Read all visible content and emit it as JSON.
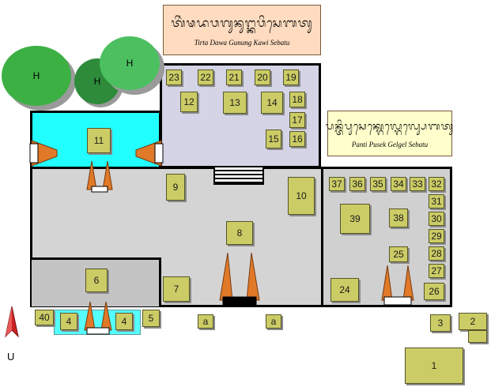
{
  "scrolls": {
    "top": {
      "script": "ᬢᬶᬃᬣᬤᬯᬕᬸᬦᬸᬗ᭄ᬓᬯᬶᬲᬾᬩᬢᬸ",
      "caption": "Tirta Dawa Gunung Kawi Sebatu"
    },
    "right": {
      "script": "ᬧᬦ᭄ᬢᬶᬧᬸᬲᬾᬓ᭄ᬕᬾᬮ᭄ᬕᬾᬮ᭄ᬲᬾᬩᬢᬸ",
      "caption": "Panti Pusek Gelgel Sebatu"
    }
  },
  "trees": {
    "t1": "H",
    "t2": "H",
    "t3": "H"
  },
  "buildings": {
    "b1": "1",
    "b2": "2",
    "b3": "3",
    "b4a": "4",
    "b4b": "4",
    "b5": "5",
    "b6": "6",
    "b7": "7",
    "b8": "8",
    "b9": "9",
    "b10": "10",
    "b11": "11",
    "b12": "12",
    "b13": "13",
    "b14": "14",
    "b15": "15",
    "b16": "16",
    "b17": "17",
    "b18": "18",
    "b19": "19",
    "b20": "20",
    "b21": "21",
    "b22": "22",
    "b23": "23",
    "b24": "24",
    "b25": "25",
    "b26": "26",
    "b27": "27",
    "b28": "28",
    "b29": "29",
    "b30": "30",
    "b31": "31",
    "b32": "32",
    "b33": "33",
    "b34": "34",
    "b35": "35",
    "b36": "36",
    "b37": "37",
    "b38": "38",
    "b39": "39",
    "b40": "40",
    "ba1": "a",
    "ba2": "a"
  },
  "compass": {
    "label": "U"
  },
  "colors": {
    "building": "#cccc66",
    "courtyard": "#d4d4d4",
    "upper_court": "#d4d4e6",
    "pool": "#22ffff",
    "scroll": "#ffdcc0",
    "scroll_right": "#ffffcc",
    "tree": "#3cb043",
    "gate": "#e07a28",
    "compass": "#cc2222"
  }
}
